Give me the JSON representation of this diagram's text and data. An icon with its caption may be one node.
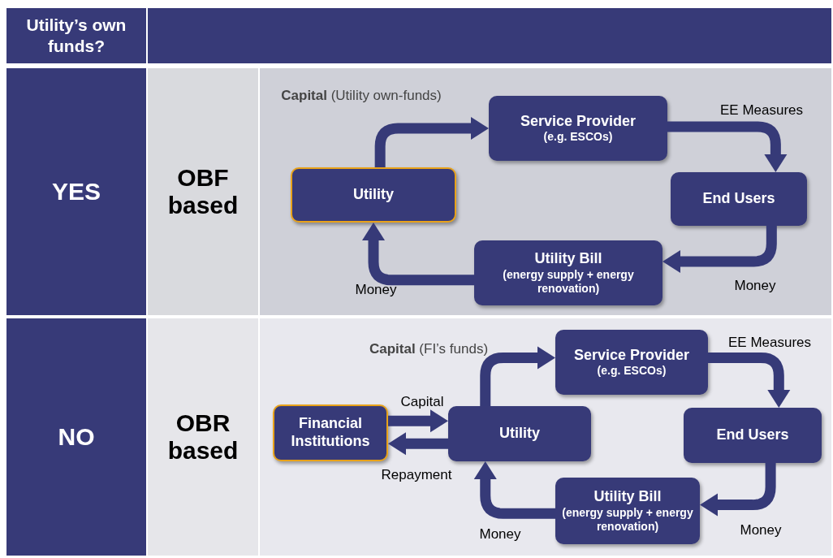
{
  "diagram": {
    "nodes": [
      {
        "text": [
          "Utility’s own funds?"
        ]
      },
      {
        "text": [],
        "shape": "bar"
      },
      {
        "text": [
          "YES"
        ]
      },
      {
        "text": [
          "OBF based"
        ]
      },
      {
        "text": [],
        "shape": "box"
      },
      {
        "text": [
          "Utility"
        ],
        "in": 4
      },
      {
        "text": [
          "Service Provider",
          "(e.g. ESCOs)"
        ],
        "in": 4
      },
      {
        "text": [
          "End Users"
        ],
        "in": 4
      },
      {
        "text": [
          "Utility Bill",
          "(energy supply + energy renovation)"
        ],
        "in": 4
      },
      {
        "text": [
          "NO"
        ]
      },
      {
        "text": [
          "OBR based"
        ]
      },
      {
        "text": [],
        "shape": "box"
      },
      {
        "text": [
          "Financial Institutions"
        ],
        "in": 11
      },
      {
        "text": [
          "Utility"
        ],
        "in": 11
      },
      {
        "text": [
          "Service Provider",
          "(e.g. ESCOs)"
        ],
        "in": 11
      },
      {
        "text": [
          "End Users"
        ],
        "in": 11
      },
      {
        "text": [
          "Utility Bill",
          "(energy supply + energy renovation)"
        ],
        "in": 11
      }
    ],
    "edges": [
      {
        "from": 5,
        "to": 6,
        "arrow": "to",
        "label": "**Capital** (Utility own-funds)"
      },
      {
        "from": 6,
        "to": 7,
        "arrow": "to",
        "label": "EE Measures"
      },
      {
        "from": 7,
        "to": 8,
        "arrow": "to",
        "label": "Money"
      },
      {
        "from": 8,
        "to": 5,
        "arrow": "to",
        "label": "Money"
      },
      {
        "from": 12,
        "to": 13,
        "arrow": "to",
        "label": "Capital"
      },
      {
        "from": 13,
        "to": 12,
        "arrow": "to",
        "label": "Repayment"
      },
      {
        "from": 13,
        "to": 14,
        "arrow": "to",
        "label": "**Capital** (FI’s funds)"
      },
      {
        "from": 14,
        "to": 15,
        "arrow": "to",
        "label": "EE Measures"
      },
      {
        "from": 15,
        "to": 16,
        "arrow": "to",
        "label": "Money"
      },
      {
        "from": 16,
        "to": 13,
        "arrow": "to",
        "label": "Money"
      }
    ]
  }
}
